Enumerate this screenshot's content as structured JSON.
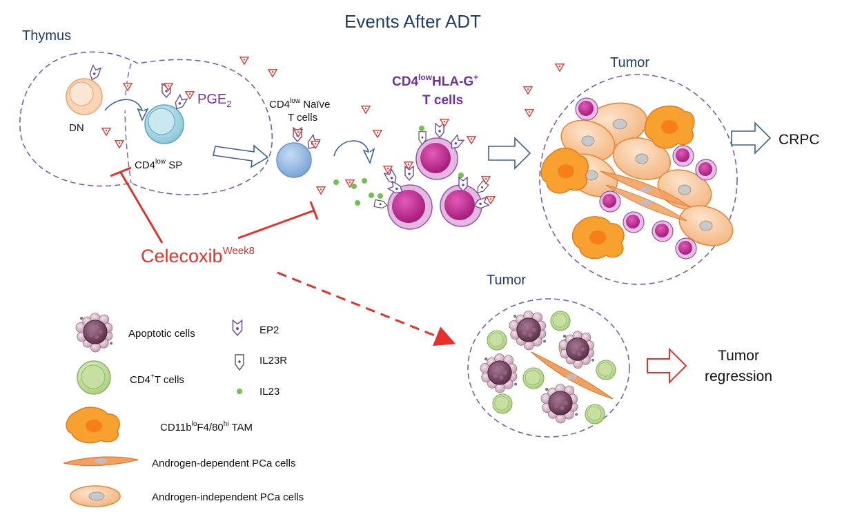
{
  "title": "Events After ADT",
  "labels": {
    "thymus": "Thymus",
    "dn": "DN",
    "sp_main": "CD4",
    "sp_sup": "low",
    "sp_tail": " SP",
    "pge_main": "PGE",
    "pge_sub": "2",
    "naive_line1_main": "CD4",
    "naive_line1_sup": "low",
    "naive_line1_tail": " Naïve",
    "naive_line2": "T cells",
    "hlag_main": "CD4",
    "hlag_sup": "low",
    "hlag_tail": "HLA-G",
    "hlag_plus": "+",
    "hlag_line2": "T cells",
    "tumor_top": "Tumor",
    "tumor_bottom": "Tumor",
    "crpc": "CRPC",
    "regression_line1": "Tumor",
    "regression_line2": "regression",
    "celecoxib": "Celecoxib",
    "celecoxib_sup": "Week8"
  },
  "legend": {
    "apoptotic": "Apoptotic cells",
    "cd4t_main": "CD4",
    "cd4t_sup": "+",
    "cd4t_tail": "T cells",
    "ep2": "EP2",
    "il23r": "IL23R",
    "il23": "IL23",
    "tam_a": "CD11b",
    "tam_sup1": "lo",
    "tam_b": "F4/80",
    "tam_sup2": "hi",
    "tam_c": " TAM",
    "adpca": "Androgen-dependent  PCa cells",
    "aipca": "Androgen-independent PCa cells"
  },
  "colors": {
    "title": "#1f3b6e",
    "inhibit": "#e8302a",
    "dashed_border": "#7a5ab0",
    "magenta_cell": "#c8248f",
    "green_cell": "#c4dd9c",
    "orange_cell": "#f6c49a",
    "tam": "#f8a030",
    "apoptotic": "#7a4560"
  }
}
